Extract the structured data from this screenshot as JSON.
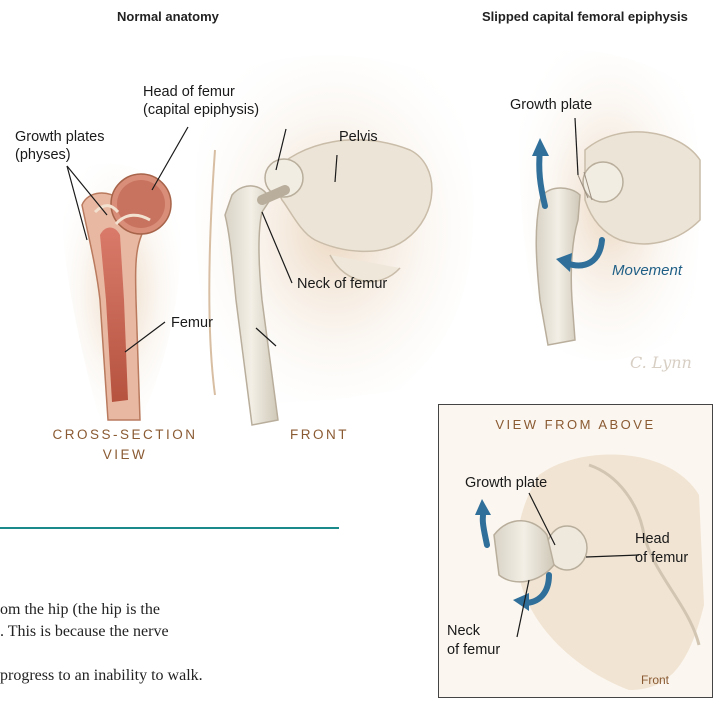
{
  "titles": {
    "normal": "Normal anatomy",
    "sce": "Slipped capital femoral epiphysis"
  },
  "labels": {
    "head_of_femur": "Head of femur",
    "capital_epiphysis": "(capital epiphysis)",
    "growth_plates": "Growth plates",
    "physes": "(physes)",
    "pelvis": "Pelvis",
    "neck_of_femur": "Neck of femur",
    "femur": "Femur",
    "growth_plate_right": "Growth plate",
    "movement": "Movement",
    "cross_section_line1": "CROSS-SECTION",
    "cross_section_line2": "VIEW",
    "front": "FRONT"
  },
  "inset": {
    "title": "VIEW FROM ABOVE",
    "growth_plate": "Growth plate",
    "head": "Head",
    "of_femur": "of femur",
    "neck": "Neck",
    "neck_of_femur": "of femur",
    "front": "Front"
  },
  "signature": "C. Lynn",
  "body_text": {
    "line1": "om the hip (the hip is the",
    "line2": ". This is because the nerve",
    "line3": "progress to an inability to walk."
  },
  "colors": {
    "divider": "#1a8a8a",
    "arrow_blue": "#2f6f9a",
    "accent_brown": "#8a5a32"
  }
}
